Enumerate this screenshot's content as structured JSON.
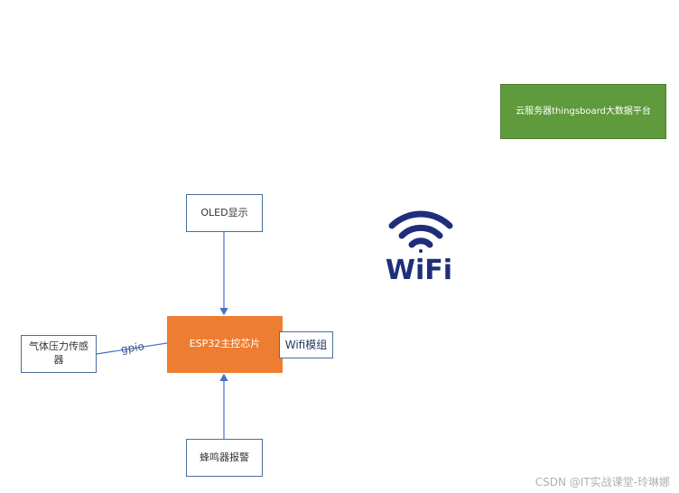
{
  "nodes": {
    "cloud": "云服务器thingsboard大数据平台",
    "oled": "OLED显示",
    "esp32": "ESP32主控芯片",
    "wifi_module": "Wifi模组",
    "gas_sensor": "气体压力传感器",
    "buzzer": "蜂鸣器报警"
  },
  "edge_labels": {
    "gpio": "gpio"
  },
  "wifi_logo_text": "WiFi",
  "watermark": "CSDN @IT实战课堂-玲琳娜",
  "colors": {
    "cloud_fill": "#5f9a3c",
    "esp32_fill": "#ed7d31",
    "outline": "#4a6f9a",
    "arrow": "#4472c4",
    "wifi_logo": "#1f2e7a"
  },
  "icons": [
    "wifi-icon",
    "arrow-down-icon",
    "arrow-up-icon"
  ]
}
